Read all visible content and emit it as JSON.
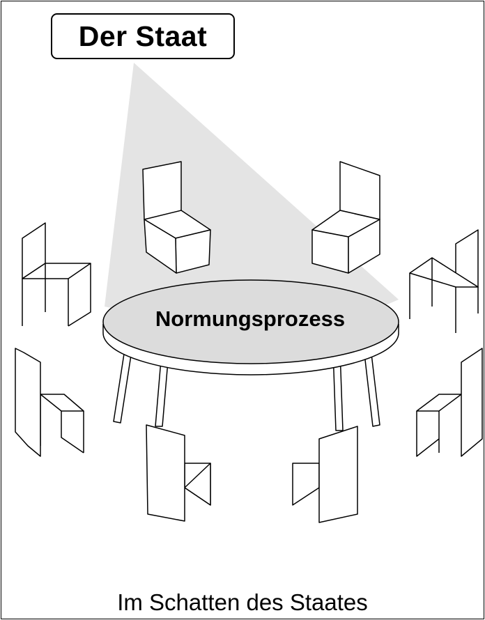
{
  "title": "Der Staat",
  "table_label": "Normungsprozess",
  "caption": "Im Schatten des Staates",
  "colors": {
    "shadow": "#e4e4e4",
    "table_top": "#dcdcdc",
    "stroke": "#000000"
  }
}
